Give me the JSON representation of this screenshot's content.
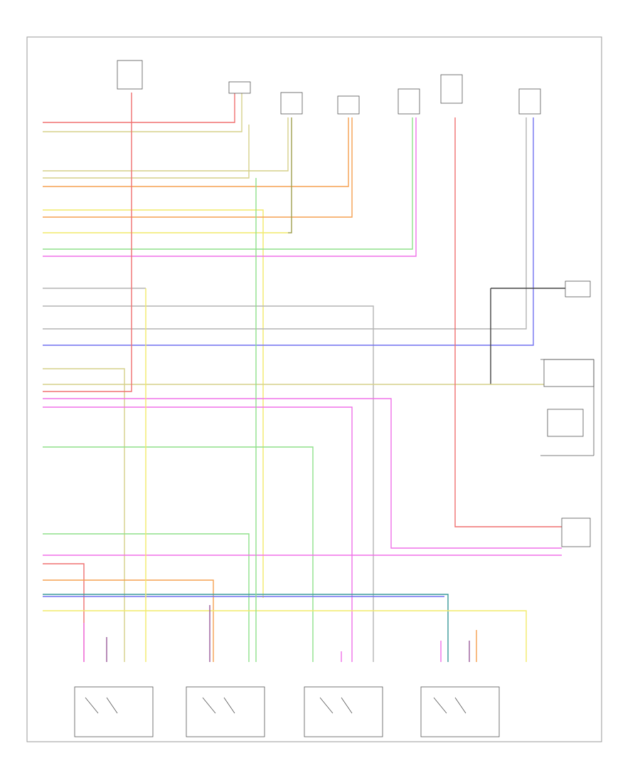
{
  "page_ref": "",
  "colors": {
    "red": "#f07070",
    "orange": "#f5a050",
    "yellow": "#f2ea6a",
    "green": "#8fe08a",
    "pink": "#f070e8",
    "blue": "#7070f0",
    "grey": "#b4b4b4",
    "black": "#454545",
    "olive": "#a0a050",
    "tan": "#d6d08a",
    "purple": "#9a5a9a",
    "teal": "#3a9a9a"
  },
  "components": [
    "top-left-fuse-reference",
    "memory-control-module-connector",
    "upper-component-2",
    "upper-component-3",
    "upper-component-4",
    "upper-fuse-reference",
    "upper-component-6",
    "right-switch-1",
    "right-switch-2",
    "right-switch-3",
    "right-switch-4",
    "bottom-switch-1",
    "bottom-switch-2",
    "bottom-switch-3",
    "bottom-switch-4"
  ]
}
